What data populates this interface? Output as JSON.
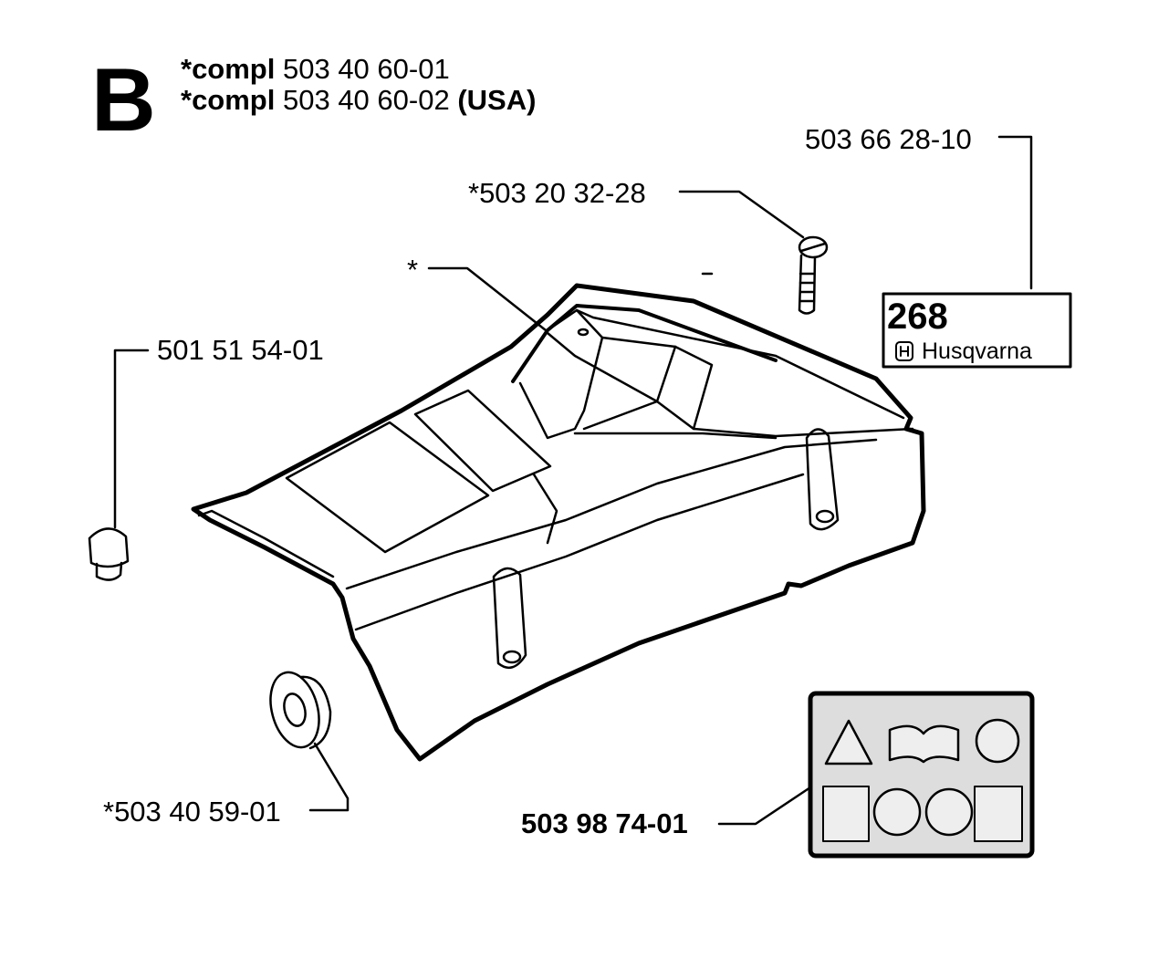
{
  "section": {
    "letter": "B"
  },
  "header": {
    "line1": {
      "prefix": "*compl",
      "number": "503 40 60-01",
      "suffix": ""
    },
    "line2": {
      "prefix": "*compl",
      "number": "503 40 60-02",
      "suffix": "(USA)"
    }
  },
  "parts": {
    "decal_label": "503 66 28-10",
    "screw": "*503 20 32-28",
    "cover": "*",
    "plug": "501 51 54-01",
    "grommet": "*503 40 59-01",
    "warning_decal": "503 98 74-01"
  },
  "decal": {
    "model": "268",
    "brand": "Husqvarna"
  }
}
